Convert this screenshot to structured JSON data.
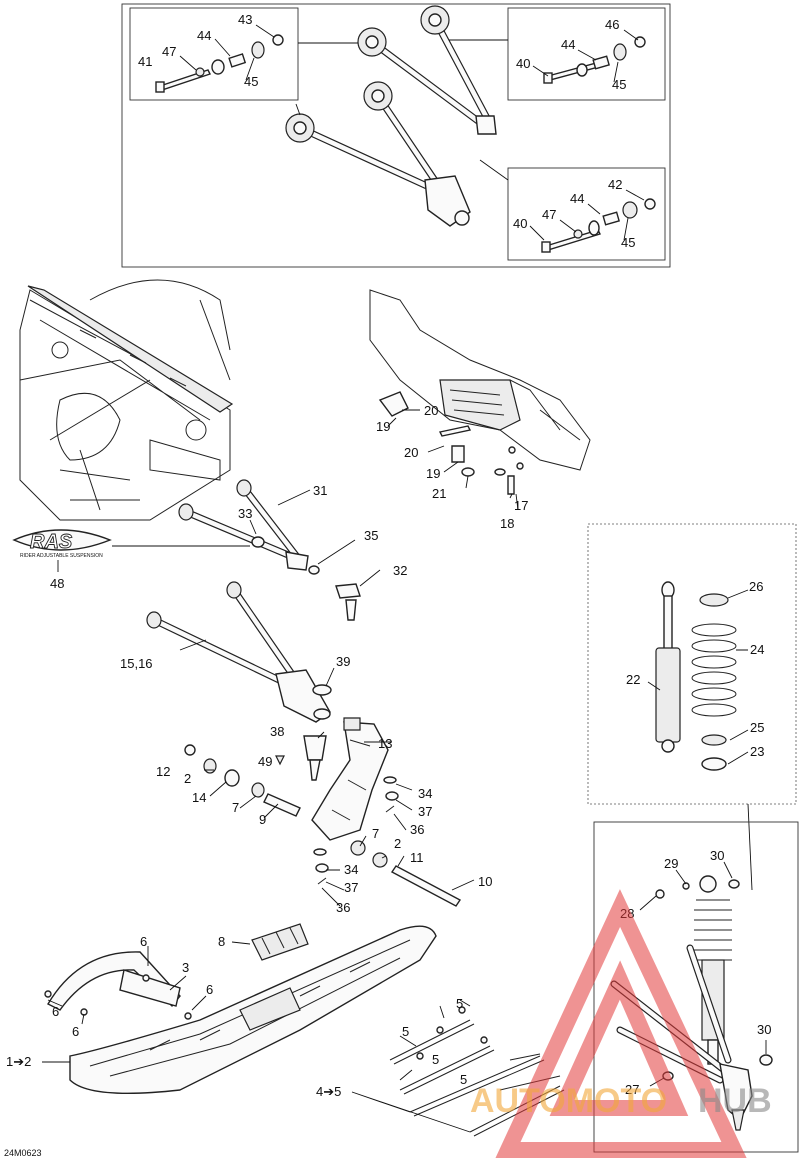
{
  "diagram_code": "24M0623",
  "brand_logo": "RAS",
  "brand_logo_tagline": "RIDER ADJUSTABLE SUSPENSION",
  "watermark": {
    "part1": "AUTOMOTO",
    "part2": "HUB",
    "color1": "#f2a83a",
    "color2": "#8a8a8a",
    "triangle_color": "#e23a3a"
  },
  "callouts": {
    "a_box1_43": "43",
    "a_box1_44": "44",
    "a_box1_47": "47",
    "a_box1_41": "41",
    "a_box1_45": "45",
    "a_box2_46": "46",
    "a_box2_44": "44",
    "a_box2_40": "40",
    "a_box2_45": "45",
    "a_box3_42": "42",
    "a_box3_44": "44",
    "a_box3_47": "47",
    "a_box3_40": "40",
    "a_box3_45": "45",
    "b_20a": "20",
    "b_19a": "19",
    "b_20b": "20",
    "b_19b": "19",
    "b_21": "21",
    "b_17": "17",
    "b_18": "18",
    "c_31": "31",
    "c_33": "33",
    "c_48": "48",
    "c_35": "35",
    "c_32": "32",
    "c_1516": "15,16",
    "c_39": "39",
    "c_38": "38",
    "c_13": "13",
    "c_49": "49",
    "c_12": "12",
    "c_2a": "2",
    "c_14": "14",
    "c_7a": "7",
    "c_9": "9",
    "c_34a": "34",
    "c_37a": "37",
    "c_36a": "36",
    "c_7b": "7",
    "c_2b": "2",
    "c_11": "11",
    "c_34b": "34",
    "c_37b": "37",
    "c_36b": "36",
    "c_10": "10",
    "d_26": "26",
    "d_24": "24",
    "d_22": "22",
    "d_25": "25",
    "d_23": "23",
    "e_29": "29",
    "e_30a": "30",
    "e_28": "28",
    "e_30b": "30",
    "e_27": "27",
    "f_8": "8",
    "f_6a": "6",
    "f_3": "3",
    "f_6b": "6",
    "f_6c": "6",
    "f_6d": "6",
    "f_12": "1➔2",
    "f_45": "4➔5",
    "f_5a": "5",
    "f_5b": "5",
    "f_5c": "5",
    "f_5d": "5"
  }
}
